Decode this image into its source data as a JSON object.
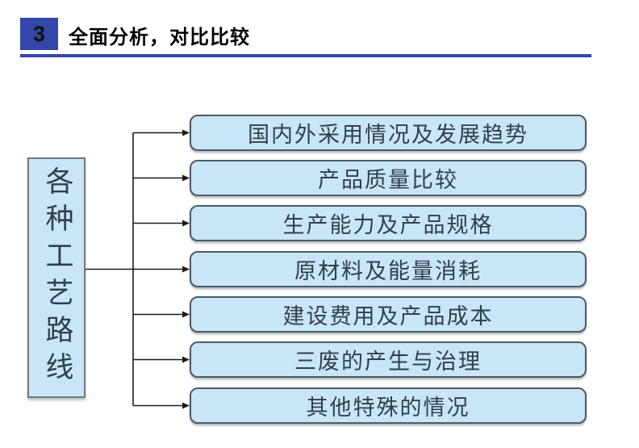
{
  "header": {
    "number": "3",
    "title": "全面分析，对比比较"
  },
  "colors": {
    "accent_blue": "#3347A8",
    "box_fill": "#C8E6F8",
    "box_border": "#4E5A66",
    "box_text": "#2F3F50",
    "connector": "#1C1C1C"
  },
  "diagram": {
    "source": {
      "label": "各种工艺路线"
    },
    "items": [
      {
        "label": "国内外采用情况及发展趋势"
      },
      {
        "label": "产品质量比较"
      },
      {
        "label": "生产能力及产品规格"
      },
      {
        "label": "原材料及能量消耗"
      },
      {
        "label": "建设费用及产品成本"
      },
      {
        "label": "三废的产生与治理"
      },
      {
        "label": "其他特殊的情况"
      }
    ]
  }
}
